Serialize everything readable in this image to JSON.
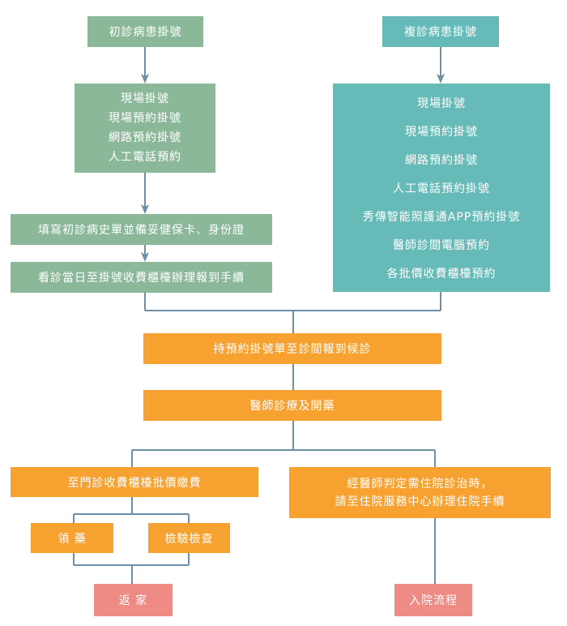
{
  "colors": {
    "green": "#8cb89a",
    "teal": "#66bab7",
    "orange": "#f7a130",
    "pink": "#ed8b84",
    "connector": "#6e8fa6"
  },
  "first_visit": {
    "title": "初診病患掛號",
    "methods": [
      "現場掛號",
      "現場預約掛號",
      "網路預約掛號",
      "人工電話預約"
    ],
    "fill_form": "填寫初診病史單並備妥健保卡、身份證",
    "visit_day": "看診當日至掛號收費櫃檯辦理報到手續"
  },
  "return_visit": {
    "title": "複診病患掛號",
    "methods": [
      "現場掛號",
      "現場預約掛號",
      "網路預約掛號",
      "人工電話預約掛號",
      "秀傳智能照護通APP預約掛號",
      "醫師診間電腦預約",
      "各批價收費櫃檯預約"
    ]
  },
  "common": {
    "checkin": "持預約掛號單至診間報到候診",
    "diagnose": "醫師診療及開藥"
  },
  "outpatient": {
    "pay": "至門診收費櫃檯批價繳費",
    "medicine": "領 藥",
    "exam": "檢驗檢查",
    "home": "返 家"
  },
  "inpatient": {
    "note_line1": "經醫師判定需住院診治時，",
    "note_line2": "請至住院服務中心辦理住院手續",
    "admission": "入院流程"
  }
}
